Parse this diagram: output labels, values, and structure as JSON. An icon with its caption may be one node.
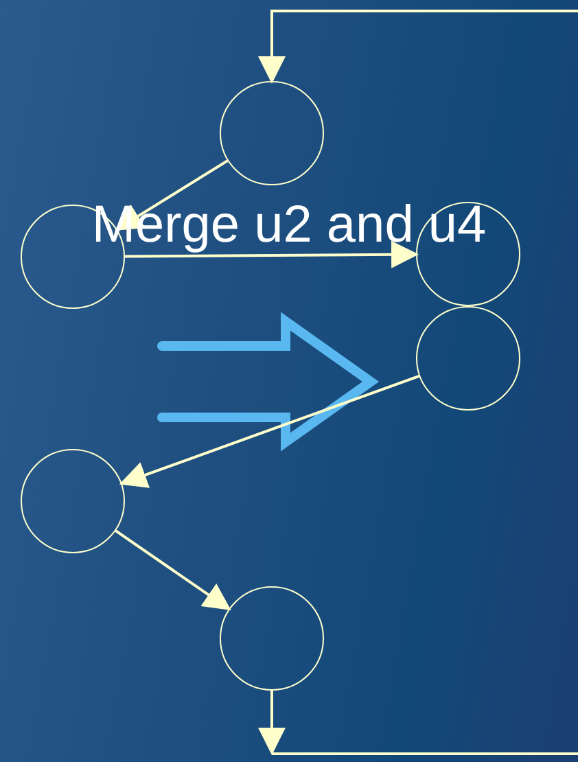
{
  "diagram": {
    "title": "Merge u2 and u4",
    "nodes": [
      {
        "text": [],
        "shape": "circle"
      },
      {
        "text": [],
        "shape": "circle"
      },
      {
        "text": [],
        "shape": "circle"
      },
      {
        "text": [],
        "shape": "circle"
      },
      {
        "text": [],
        "shape": "circle"
      },
      {
        "text": [],
        "shape": "circle"
      }
    ],
    "edges": [
      {
        "from": null,
        "to": 0,
        "arrow": "to"
      },
      {
        "from": 0,
        "to": 1,
        "arrow": "to"
      },
      {
        "from": 1,
        "to": 2,
        "arrow": "to"
      },
      {
        "from": 3,
        "to": 4,
        "arrow": "to"
      },
      {
        "from": 4,
        "to": 5,
        "arrow": "to"
      },
      {
        "from": 5,
        "to": null,
        "arrow": "to"
      }
    ]
  }
}
